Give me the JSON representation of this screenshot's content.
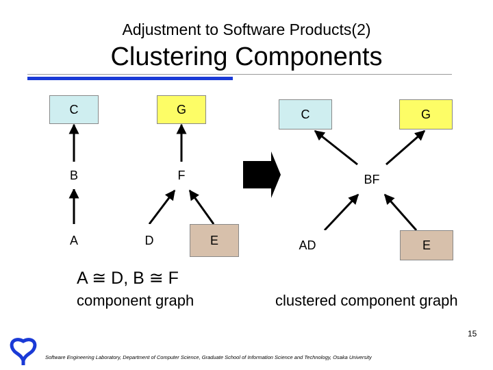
{
  "header": {
    "subtitle": "Adjustment to Software Products(2)",
    "title": "Clustering Components"
  },
  "left_graph": {
    "nodes": {
      "C": "C",
      "G": "G",
      "B": "B",
      "F": "F",
      "A": "A",
      "D": "D",
      "E": "E"
    },
    "equivalence": "A ≅ D,  B ≅ F",
    "caption": "component graph"
  },
  "right_graph": {
    "nodes": {
      "C": "C",
      "G": "G",
      "BF": "BF",
      "AD": "AD",
      "E": "E"
    },
    "caption": "clustered component graph"
  },
  "footer": {
    "text": "Software Engineering Laboratory, Department of Computer Science, Graduate School of Information Science and Technology, Osaka University",
    "page_number": "15"
  },
  "colors": {
    "cyan_node": "#cfeef0",
    "yellow_node": "#fdfd66",
    "tan_node": "#d7c0ab",
    "accent_rule": "#1a3ad6"
  }
}
